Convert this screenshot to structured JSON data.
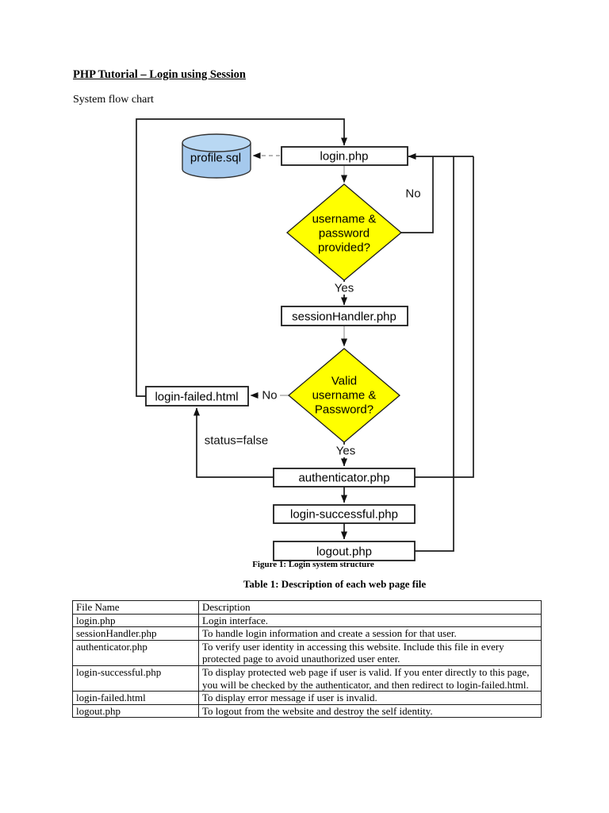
{
  "doc": {
    "title": "PHP Tutorial – Login using Session",
    "subtitle": "System flow chart",
    "figure_caption": "Figure 1: Login system structure",
    "table_caption": "Table 1: Description of each web page file"
  },
  "flowchart": {
    "nodes": {
      "profile_db": "profile.sql",
      "login": "login.php",
      "session_handler": "sessionHandler.php",
      "login_failed": "login-failed.html",
      "authenticator": "authenticator.php",
      "login_successful": "login-successful.php",
      "logout": "logout.php"
    },
    "decisions": {
      "d1": {
        "l1": "username &",
        "l2": "password",
        "l3": "provided?"
      },
      "d2": {
        "l1": "Valid",
        "l2": "username &",
        "l3": "Password?"
      }
    },
    "edge_labels": {
      "no1": "No",
      "yes1": "Yes",
      "no2": "No",
      "yes2": "Yes",
      "status": "status=false"
    },
    "colors": {
      "decision_fill": "#FFFF00",
      "database_fill": "#A5C9ED",
      "database_top_fill": "#B9D8F3",
      "line": "#1C1C1C"
    }
  },
  "table": {
    "headers": [
      "File Name",
      "Description"
    ],
    "rows": [
      {
        "file": "login.php",
        "desc": "Login interface."
      },
      {
        "file": "sessionHandler.php",
        "desc": "To handle login information and create a session for that user."
      },
      {
        "file": "authenticator.php",
        "desc": "To verify user identity in accessing this website. Include this file in every protected page to avoid unauthorized user enter."
      },
      {
        "file": "login-successful.php",
        "desc": "To display protected web page if user is valid. If you enter directly to this page, you will be checked by the authenticator, and then redirect to login-failed.html."
      },
      {
        "file": "login-failed.html",
        "desc": "To display error message if user is invalid."
      },
      {
        "file": "logout.php",
        "desc": "To logout from the website and destroy the self identity."
      }
    ]
  }
}
